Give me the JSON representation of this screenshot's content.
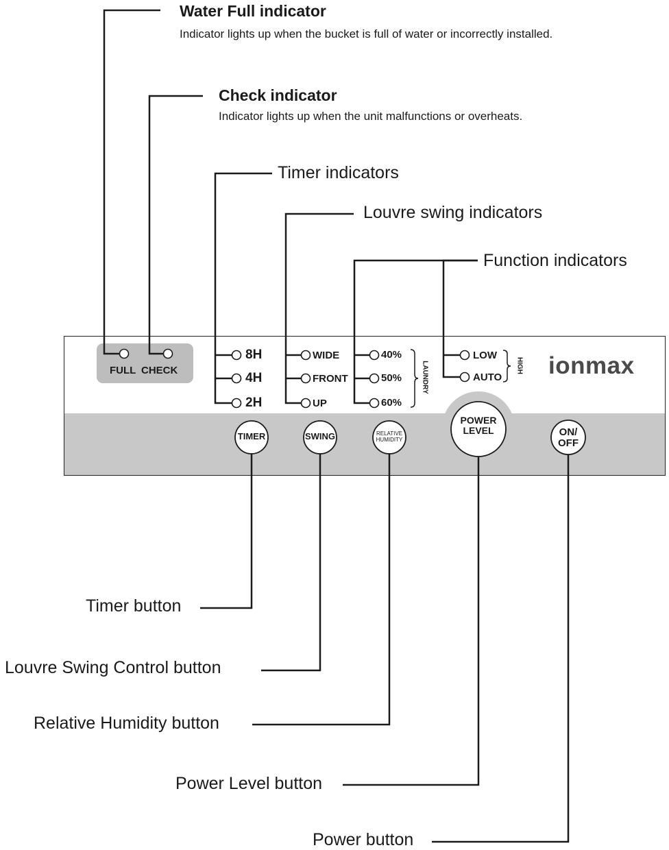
{
  "callouts": {
    "water_full": {
      "title": "Water Full indicator",
      "desc": "Indicator lights up when the bucket is full of water or incorrectly installed."
    },
    "check": {
      "title": "Check indicator",
      "desc": "Indicator lights up when the unit malfunctions or overheats."
    },
    "timer_indicators": "Timer indicators",
    "louvre_swing_indicators": "Louvre swing indicators",
    "function_indicators": "Function indicators",
    "timer_button": "Timer button",
    "louvre_swing_button": "Louvre Swing Control button",
    "relative_humidity_button": "Relative Humidity button",
    "power_level_button": "Power Level button",
    "power_button": "Power button"
  },
  "panel": {
    "full_label": "FULL",
    "check_label": "CHECK",
    "timer_levels": [
      "8H",
      "4H",
      "2H"
    ],
    "swing_modes": [
      "WIDE",
      "FRONT",
      "UP"
    ],
    "humidity_levels": [
      "40%",
      "50%",
      "60%"
    ],
    "laundry_label": "LAUNDRY",
    "function_modes": [
      "LOW",
      "AUTO"
    ],
    "high_label": "HIGH",
    "brand": "ionmax",
    "buttons": {
      "timer": "TIMER",
      "swing": "SWING",
      "relative_humidity_1": "RELATIVE",
      "relative_humidity_2": "HUMIDITY",
      "power_level_1": "POWER",
      "power_level_2": "LEVEL",
      "on_off_1": "ON/",
      "on_off_2": "OFF"
    }
  },
  "colors": {
    "panel_top": "#ffffff",
    "panel_bottom": "#c8c8c8",
    "indicator_box": "#bdbdbd",
    "line": "#1a1a1a",
    "brand_text": "#4a4a4a"
  }
}
